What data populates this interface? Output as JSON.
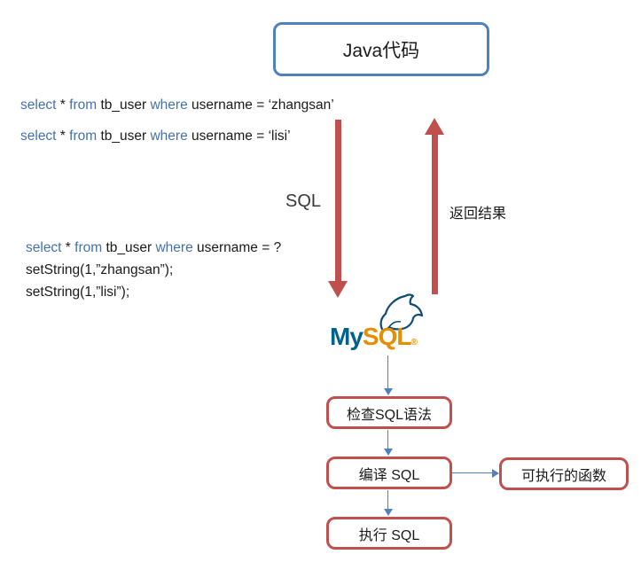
{
  "colors": {
    "accent_blue": "#4f81bd",
    "accent_red": "#c0504d",
    "keyword_blue": "#4472a8",
    "mysql_blue": "#00618a",
    "mysql_orange": "#e48e00",
    "text": "#1a1a1a"
  },
  "title_box": {
    "label": "Java代码"
  },
  "sql_top": {
    "line1": {
      "kw1": "select",
      "t1": " * ",
      "kw2": "from",
      "t2": " tb_user ",
      "kw3": "where",
      "t3": " username = ‘zhangsan’"
    },
    "line2": {
      "kw1": "select",
      "t1": " * ",
      "kw2": "from",
      "t2": " tb_user ",
      "kw3": "where",
      "t3": " username = ‘lisi’"
    }
  },
  "sql_prepared": {
    "line1": {
      "kw1": "select",
      "t1": " * ",
      "kw2": "from",
      "t2": " tb_user ",
      "kw3": "where",
      "t3": " username = ?"
    },
    "line2": "setString(1,”zhangsan”);",
    "line3": "setString(1,”lisi”);"
  },
  "arrows": {
    "sql_label": "SQL",
    "return_label": "返回结果"
  },
  "mysql_logo": {
    "text_my": "My",
    "text_sql": "SQL",
    "registered": "®"
  },
  "flow": {
    "box_check": "检查SQL语法",
    "box_compile": "编译 SQL",
    "box_function": "可执行的函数",
    "box_execute": "执行 SQL"
  }
}
